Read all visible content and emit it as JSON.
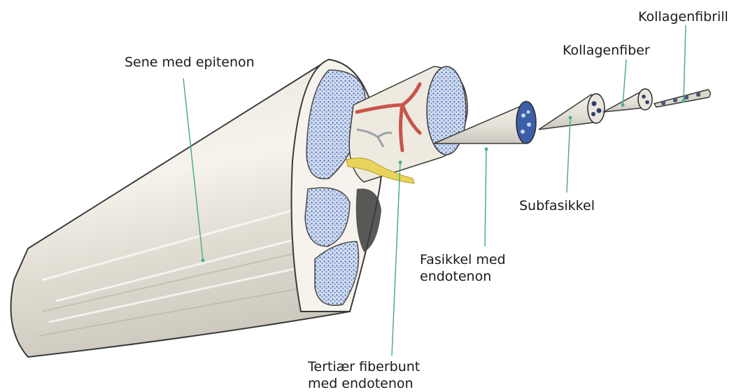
{
  "diagram": {
    "labels": {
      "collagen_fibril": "Kollagenfibrill",
      "collagen_fiber": "Kollagenfiber",
      "tendon_epitenon": "Sene med epitenon",
      "subfascicle": "Subfasikkel",
      "fascicle_line1": "Fasikkel med",
      "fascicle_line2": "endotenon",
      "tertiary_line1": "Tertiær fiberbunt",
      "tertiary_line2": "med endotenon"
    },
    "colors": {
      "leader_line": "#4caf8a",
      "tendon_body": "#f1ede4",
      "fascicle_fill": "#c6d3ea",
      "fascicle_dots": "#2f56a8",
      "blood_vessel": "#c8554a",
      "nerve": "#e9d35a",
      "nerve_grey": "#9aa3ad",
      "outline": "#3a3a3a"
    }
  }
}
